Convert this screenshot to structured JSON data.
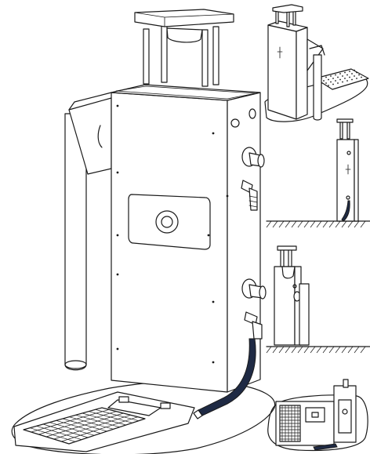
{
  "illustration": {
    "subject": "outdoor-water-fountain-pedestal",
    "views": [
      "main-view",
      "rear-view",
      "side-view-installed",
      "side-view-with-drain",
      "top-view"
    ]
  },
  "colors": {
    "ink": "#1a1a1a",
    "paper": "#ffffff",
    "hose": "#1f2a44",
    "shade": "#f3f4f6"
  }
}
